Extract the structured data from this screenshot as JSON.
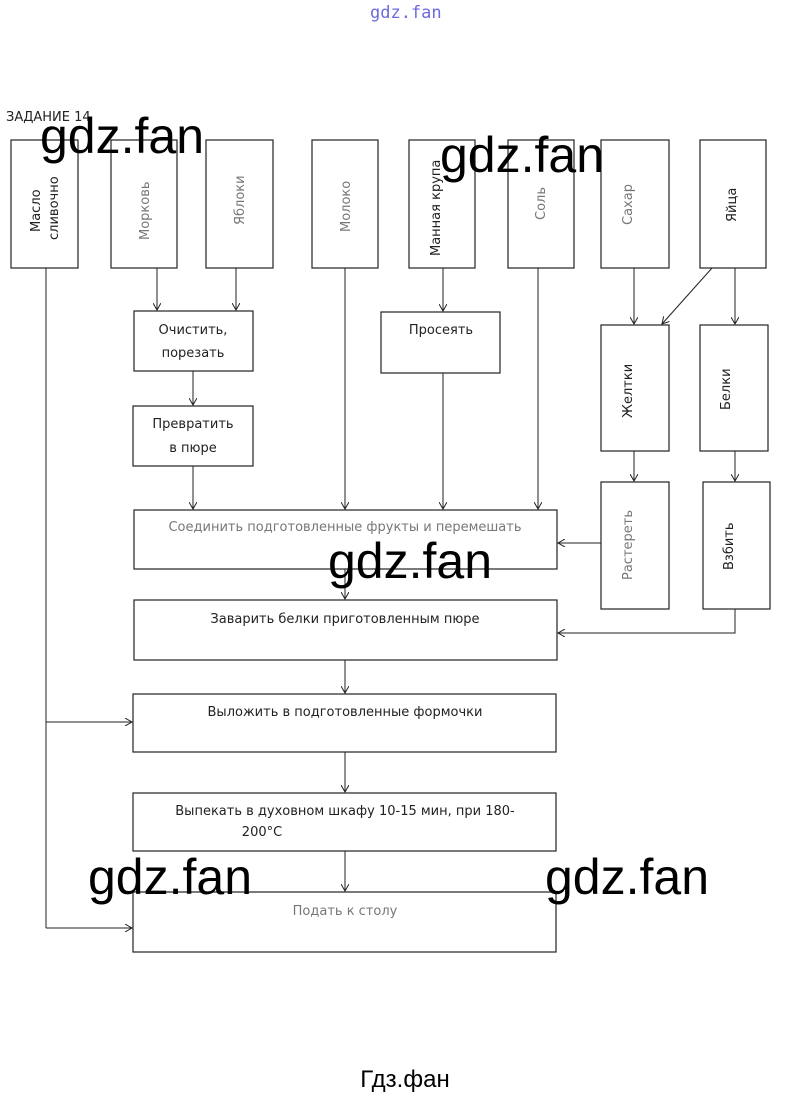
{
  "top_watermark": "gdz.fan",
  "heading": "ЗАДАНИЕ 14",
  "ingredients": [
    "Масло",
    "сливочно",
    "Морковь",
    "Яблоки",
    "Молоко",
    "Манная крупа",
    "Соль",
    "Сахар",
    "Яйца"
  ],
  "steps": {
    "peel": [
      "Очистить,",
      "порезать"
    ],
    "sift": "Просеять",
    "puree": [
      "Превратить",
      "в пюре"
    ],
    "yolks": "Желтки",
    "whites": "Белки",
    "grind": "Растереть",
    "whip": "Взбить",
    "combine": "Соединить подготовленные фрукты и перемешать",
    "brew": "Заварить белки приготовленным  пюре",
    "lay_out": "Выложить в подготовленные  формочки",
    "bake": [
      "Выпекать в духовном шкафу 10-15 мин, при 180-",
      "200°C"
    ],
    "serve": "Подать к столу"
  },
  "watermarks": [
    "gdz.fan",
    "gdz.fan",
    "gdz.fan",
    "gdz.fan",
    "gdz.fan"
  ],
  "footer": "Гдз.фан"
}
